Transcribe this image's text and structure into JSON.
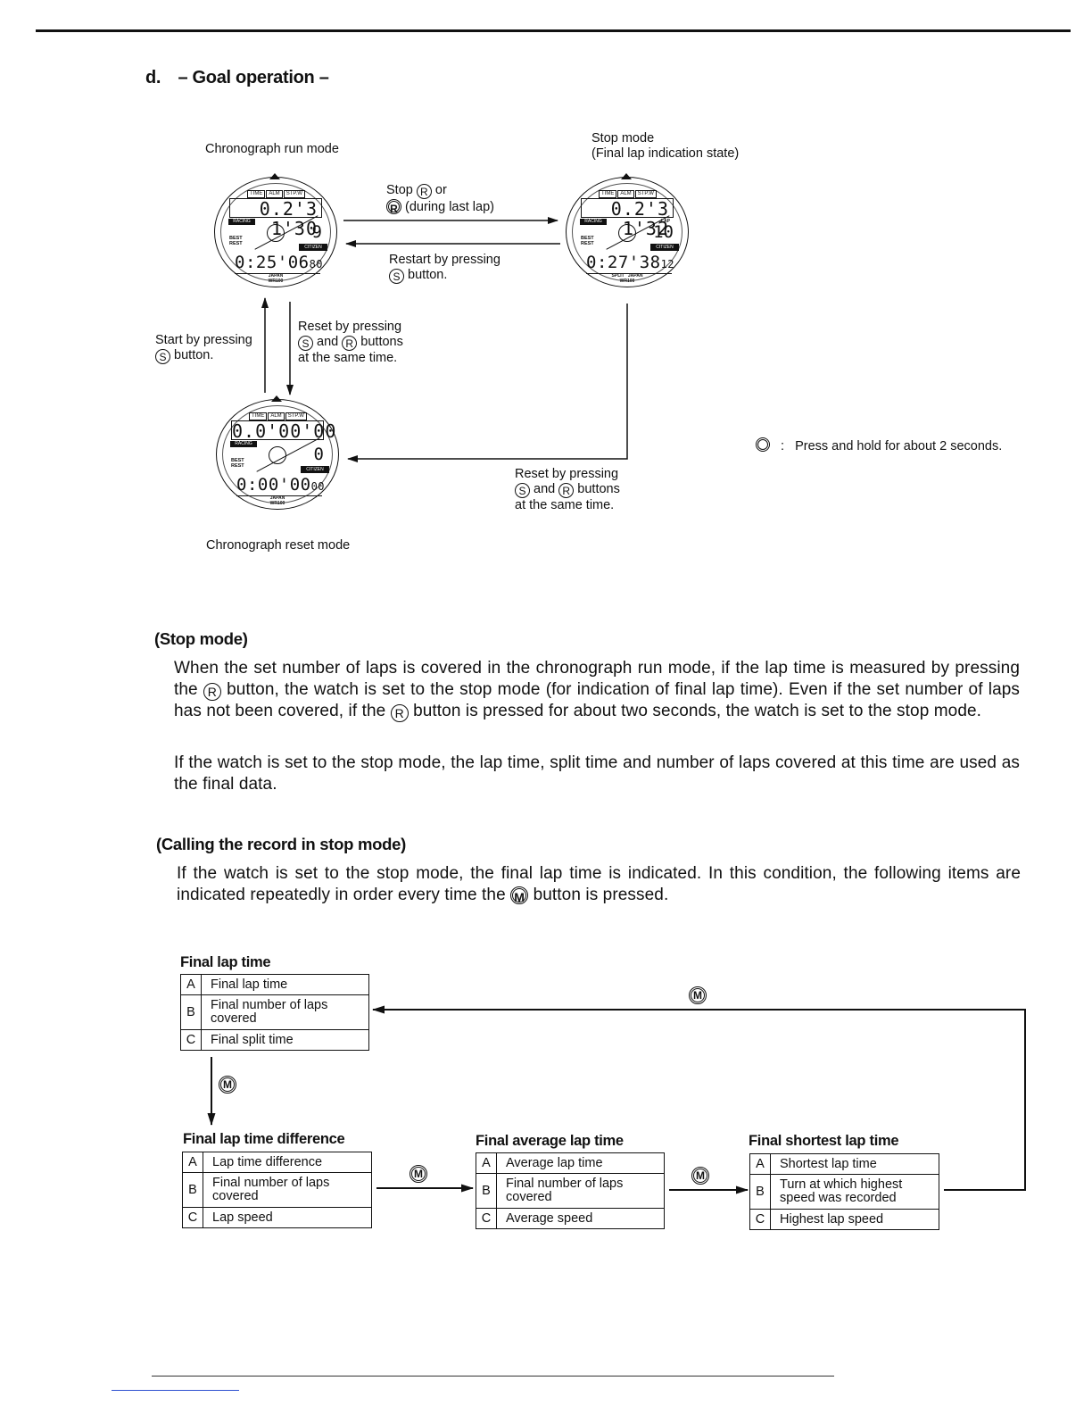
{
  "section": {
    "letter": "d.",
    "title": "– Goal operation –"
  },
  "diagram": {
    "run_mode_label": "Chronograph run mode",
    "stop_mode_label_line1": "Stop mode",
    "stop_mode_label_line2": "(Final lap indication state)",
    "reset_mode_label": "Chronograph reset mode",
    "stop_arrow_line1_pre": "Stop",
    "stop_arrow_line1_post": "or",
    "stop_arrow_line2": "(during last lap)",
    "restart_line1": "Restart by pressing",
    "restart_line2": "button.",
    "start_line1": "Start by pressing",
    "start_line2": "button.",
    "reset_left_line1": "Reset by pressing",
    "reset_left_line2_and": "and",
    "reset_left_line2_post": "buttons",
    "reset_left_line3": "at the same time.",
    "reset_right_line1": "Reset by pressing",
    "reset_right_line2_and": "and",
    "reset_right_line2_post": "buttons",
    "reset_right_line3": "at the same time.",
    "legend_sep": ":",
    "legend_text": "Press and hold for about 2 seconds.",
    "btn_r": "R",
    "btn_s": "S",
    "btn_m": "M"
  },
  "watches": {
    "tabs": [
      "TIME",
      "ALM",
      "STP.W"
    ],
    "racing": "RACING",
    "best": "BEST",
    "rest": "REST",
    "brand": "CITIZEN",
    "japan": "JAPAN",
    "wr": "WR100",
    "split": "SPLIT",
    "lap": "LAP",
    "run": {
      "top": "0.2'3 1'30",
      "mid": "9",
      "bottom": "0:25'06",
      "bottom_small": "80"
    },
    "stop": {
      "top": "0.2'3 1'32",
      "mid": "10",
      "bottom": "0:27'38",
      "bottom_small": "12"
    },
    "reset": {
      "top": "0.0'00'00",
      "mid": "0",
      "bottom": "0:00'00",
      "bottom_small": "00"
    }
  },
  "stop_mode": {
    "heading": "(Stop mode)",
    "p1_a": "When the set number of laps is covered in the chronograph run mode, if the lap time is measured by pressing the",
    "p1_b": "button, the watch is set to the stop mode (for indication of final lap time). Even if the set number of laps has not been covered, if the",
    "p1_c": "button is pressed for about two seconds, the watch is set to the stop mode.",
    "p2": "If the watch is set to the stop mode, the lap time, split time and number of laps covered at this time are used as the final data."
  },
  "calling": {
    "heading": "(Calling the record in stop mode)",
    "p1_a": "If the watch is set to the stop mode, the final lap time is indicated. In this condition, the following items are indicated repeatedly in order every time the",
    "p1_b": "button is pressed."
  },
  "tables": [
    {
      "title": "Final lap time",
      "rows": [
        {
          "key": "A",
          "value": "Final lap time"
        },
        {
          "key": "B",
          "value": "Final number of laps covered"
        },
        {
          "key": "C",
          "value": "Final split time"
        }
      ]
    },
    {
      "title": "Final lap time difference",
      "rows": [
        {
          "key": "A",
          "value": "Lap time difference"
        },
        {
          "key": "B",
          "value": "Final number of laps covered"
        },
        {
          "key": "C",
          "value": "Lap speed"
        }
      ]
    },
    {
      "title": "Final average lap time",
      "rows": [
        {
          "key": "A",
          "value": "Average lap time"
        },
        {
          "key": "B",
          "value": "Final number of laps covered"
        },
        {
          "key": "C",
          "value": "Average speed"
        }
      ]
    },
    {
      "title": "Final shortest lap time",
      "rows": [
        {
          "key": "A",
          "value": "Shortest lap time"
        },
        {
          "key": "B",
          "value": "Turn at which highest speed was recorded"
        },
        {
          "key": "C",
          "value": "Highest lap speed"
        }
      ]
    }
  ]
}
